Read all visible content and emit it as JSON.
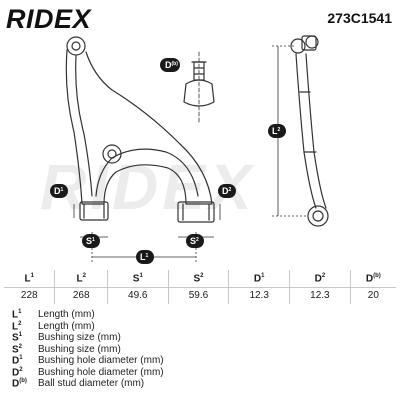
{
  "header": {
    "brand": "RIDEX",
    "part_number": "273C1541"
  },
  "drawing": {
    "watermark": "RIDEX",
    "labels": {
      "d_ball": "D",
      "d_ball_sup": "(b)",
      "d1": "D",
      "d1_sup": "1",
      "d2": "D",
      "d2_sup": "2",
      "s1": "S",
      "s1_sup": "1",
      "s2": "S",
      "s2_sup": "2",
      "l1": "L",
      "l1_sup": "1",
      "l2": "L",
      "l2_sup": "2"
    }
  },
  "spec_table": {
    "headers": [
      {
        "key": "L",
        "sup": "1"
      },
      {
        "key": "L",
        "sup": "2"
      },
      {
        "key": "S",
        "sup": "1"
      },
      {
        "key": "S",
        "sup": "2"
      },
      {
        "key": "D",
        "sup": "1"
      },
      {
        "key": "D",
        "sup": "2"
      },
      {
        "key": "D",
        "sup": "(b)"
      }
    ],
    "values": [
      "228",
      "268",
      "49.6",
      "59.6",
      "12.3",
      "12.3",
      "20"
    ]
  },
  "legend": [
    {
      "key": "L",
      "sup": "1",
      "desc": "Length (mm)"
    },
    {
      "key": "L",
      "sup": "2",
      "desc": "Length (mm)"
    },
    {
      "key": "S",
      "sup": "1",
      "desc": "Bushing size (mm)"
    },
    {
      "key": "S",
      "sup": "2",
      "desc": "Bushing size (mm)"
    },
    {
      "key": "D",
      "sup": "1",
      "desc": "Bushing hole diameter (mm)"
    },
    {
      "key": "D",
      "sup": "2",
      "desc": "Bushing hole diameter (mm)"
    },
    {
      "key": "D",
      "sup": "(b)",
      "desc": "Ball stud diameter (mm)"
    }
  ],
  "colors": {
    "line": "#333333",
    "badge_bg": "#1a1a1a",
    "badge_text": "#ffffff",
    "watermark": "#ececec"
  }
}
